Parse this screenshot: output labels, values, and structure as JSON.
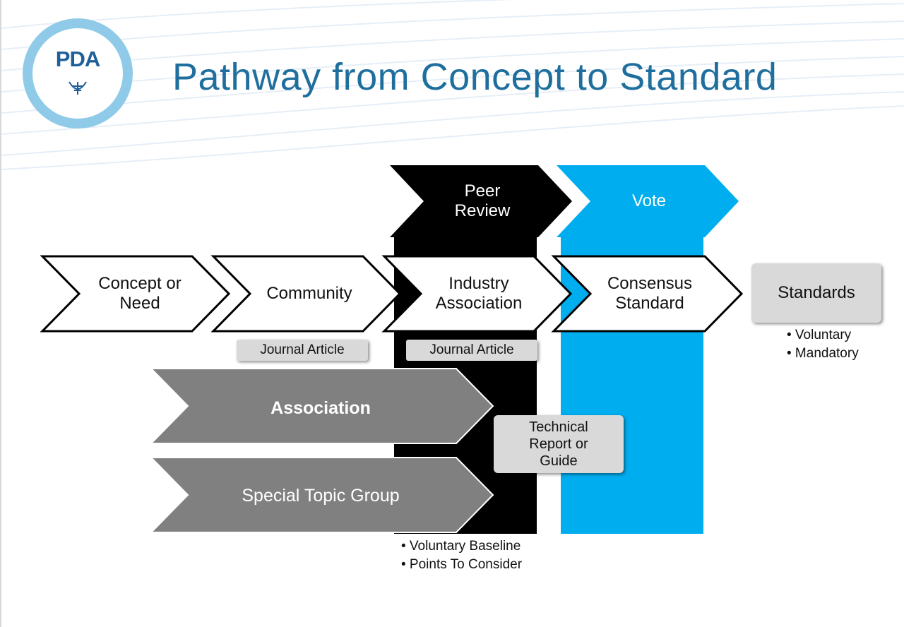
{
  "title": "Pathway from Concept to Standard",
  "logo": {
    "text": "PDA"
  },
  "colors": {
    "title": "#1f6f9e",
    "black": "#000000",
    "blue": "#00adef",
    "grey": "#808080",
    "light_grey": "#d9d9d9"
  },
  "diagram": {
    "top_arrows": {
      "peer_review": "Peer\nReview",
      "vote": "Vote"
    },
    "chevrons": {
      "concept": "Concept  or\nNeed",
      "community": "Community",
      "industry": "Industry\nAssociation",
      "consensus": "Consensus\nStandard"
    },
    "standards": {
      "label": "Standards",
      "bullets": [
        "• Voluntary",
        "• Mandatory"
      ]
    },
    "journal_articles": [
      "Journal Article",
      "Journal Article"
    ],
    "grey_arrows": {
      "association": "Association",
      "stg": "Special  Topic  Group"
    },
    "technical_report": "Technical\nReport or\nGuide",
    "bottom_bullets": [
      "• Voluntary Baseline",
      "• Points To Consider"
    ]
  }
}
